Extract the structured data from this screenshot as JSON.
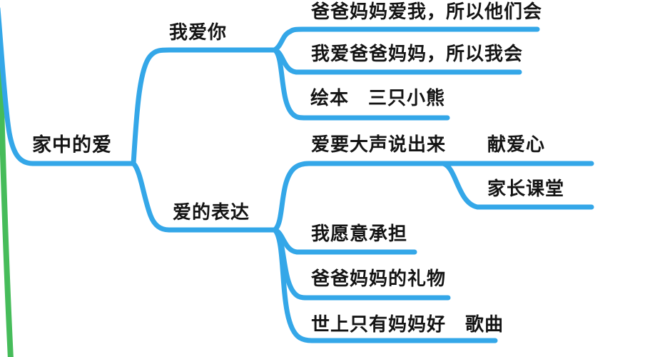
{
  "colors": {
    "branch_blue": "#34A7E8",
    "accent_green": "#46BC5A",
    "text": "#141414",
    "background": "#ffffff"
  },
  "mindmap": {
    "root": {
      "label": "家中的爱"
    },
    "branches": [
      {
        "label": "我爱你",
        "children": [
          {
            "label": "爸爸妈妈爱我，所以他们会"
          },
          {
            "label": "我爱爸爸妈妈，所以我会"
          },
          {
            "label": "绘本　三只小熊"
          }
        ]
      },
      {
        "label": "爱的表达",
        "children": [
          {
            "label": "爱要大声说出来",
            "children": [
              {
                "label": "献爱心"
              },
              {
                "label": "家长课堂"
              }
            ]
          },
          {
            "label": "我愿意承担"
          },
          {
            "label": "爸爸妈妈的礼物"
          },
          {
            "label": "世上只有妈妈好　歌曲"
          }
        ]
      }
    ]
  }
}
